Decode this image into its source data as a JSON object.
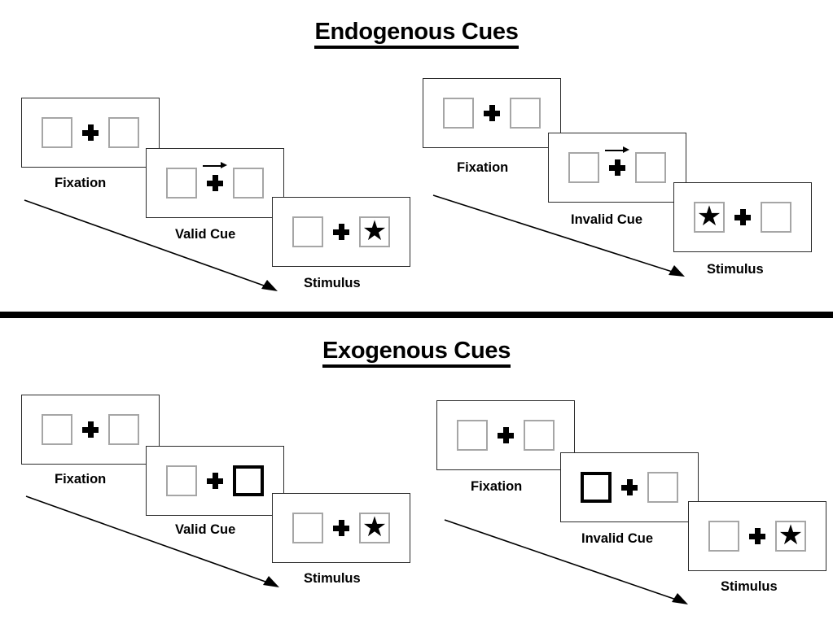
{
  "figure": {
    "caption_type": "posner-cueing-paradigm",
    "background_color": "#ffffff",
    "ink_color": "#000000",
    "box_border_color": "#a6a6a6",
    "cued_box_border_color": "#000000",
    "panel_border_color": "#2b2b2b"
  },
  "sections": [
    {
      "id": "endogenous",
      "title": "Endogenous Cues",
      "conditions": [
        {
          "id": "endogenous-valid",
          "frames": [
            {
              "label": "Fixation",
              "cue": "none",
              "cued_side": "none",
              "stimulus_side": "none"
            },
            {
              "label": "Valid Cue",
              "cue": "arrow",
              "cued_side": "right",
              "stimulus_side": "none"
            },
            {
              "label": "Stimulus",
              "cue": "none",
              "cued_side": "none",
              "stimulus_side": "right"
            }
          ]
        },
        {
          "id": "endogenous-invalid",
          "frames": [
            {
              "label": "Fixation",
              "cue": "none",
              "cued_side": "none",
              "stimulus_side": "none"
            },
            {
              "label": "Invalid Cue",
              "cue": "arrow",
              "cued_side": "right",
              "stimulus_side": "none"
            },
            {
              "label": "Stimulus",
              "cue": "none",
              "cued_side": "none",
              "stimulus_side": "left"
            }
          ]
        }
      ]
    },
    {
      "id": "exogenous",
      "title": "Exogenous Cues",
      "conditions": [
        {
          "id": "exogenous-valid",
          "frames": [
            {
              "label": "Fixation",
              "cue": "none",
              "cued_side": "none",
              "stimulus_side": "none"
            },
            {
              "label": "Valid Cue",
              "cue": "box-flash",
              "cued_side": "right",
              "stimulus_side": "none"
            },
            {
              "label": "Stimulus",
              "cue": "none",
              "cued_side": "none",
              "stimulus_side": "right"
            }
          ]
        },
        {
          "id": "exogenous-invalid",
          "frames": [
            {
              "label": "Fixation",
              "cue": "none",
              "cued_side": "none",
              "stimulus_side": "none"
            },
            {
              "label": "Invalid Cue",
              "cue": "box-flash",
              "cued_side": "left",
              "stimulus_side": "none"
            },
            {
              "label": "Stimulus",
              "cue": "none",
              "cued_side": "none",
              "stimulus_side": "right"
            }
          ]
        }
      ]
    }
  ],
  "glyphs": {
    "star": "★",
    "fixation_cross": "fixation-cross",
    "cue_arrow": "right-arrow"
  },
  "labels": {
    "fixation": "Fixation",
    "valid_cue": "Valid Cue",
    "invalid_cue": "Invalid Cue",
    "stimulus": "Stimulus"
  },
  "time_arrow": {
    "meaning": "time",
    "direction": "down-right",
    "count": 4
  }
}
